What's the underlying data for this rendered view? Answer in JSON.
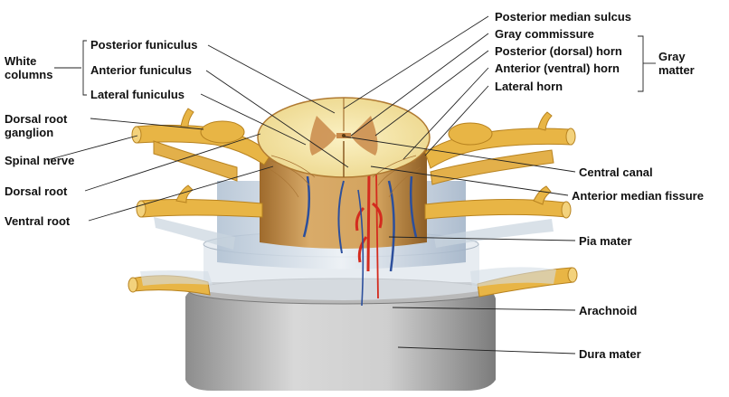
{
  "labels": {
    "white_columns": [
      "White",
      "columns"
    ],
    "posterior_funiculus": "Posterior funiculus",
    "anterior_funiculus": "Anterior funiculus",
    "lateral_funiculus": "Lateral funiculus",
    "dorsal_root_ganglion": [
      "Dorsal root",
      "ganglion"
    ],
    "spinal_nerve": "Spinal nerve",
    "dorsal_root": "Dorsal root",
    "ventral_root": "Ventral root",
    "posterior_median_sulcus": "Posterior median sulcus",
    "gray_commissure": "Gray commissure",
    "posterior_dorsal_horn": "Posterior (dorsal) horn",
    "anterior_ventral_horn": "Anterior (ventral) horn",
    "lateral_horn": "Lateral horn",
    "gray_matter": [
      "Gray",
      "matter"
    ],
    "central_canal": "Central canal",
    "anterior_median_fissure": "Anterior median fissure",
    "pia_mater": "Pia mater",
    "arachnoid": "Arachnoid",
    "dura_mater": "Dura mater"
  },
  "colors": {
    "nerve": "#e8b545",
    "nerve_dark": "#b88320",
    "white_matter": "#f5e6a8",
    "gray_matter": "#c98a4a",
    "cord_side": "#c79a5c",
    "pia": "#dfe8f0",
    "dura": "#c9c9c9",
    "artery": "#d42b1e",
    "vein": "#2c4f9c"
  }
}
